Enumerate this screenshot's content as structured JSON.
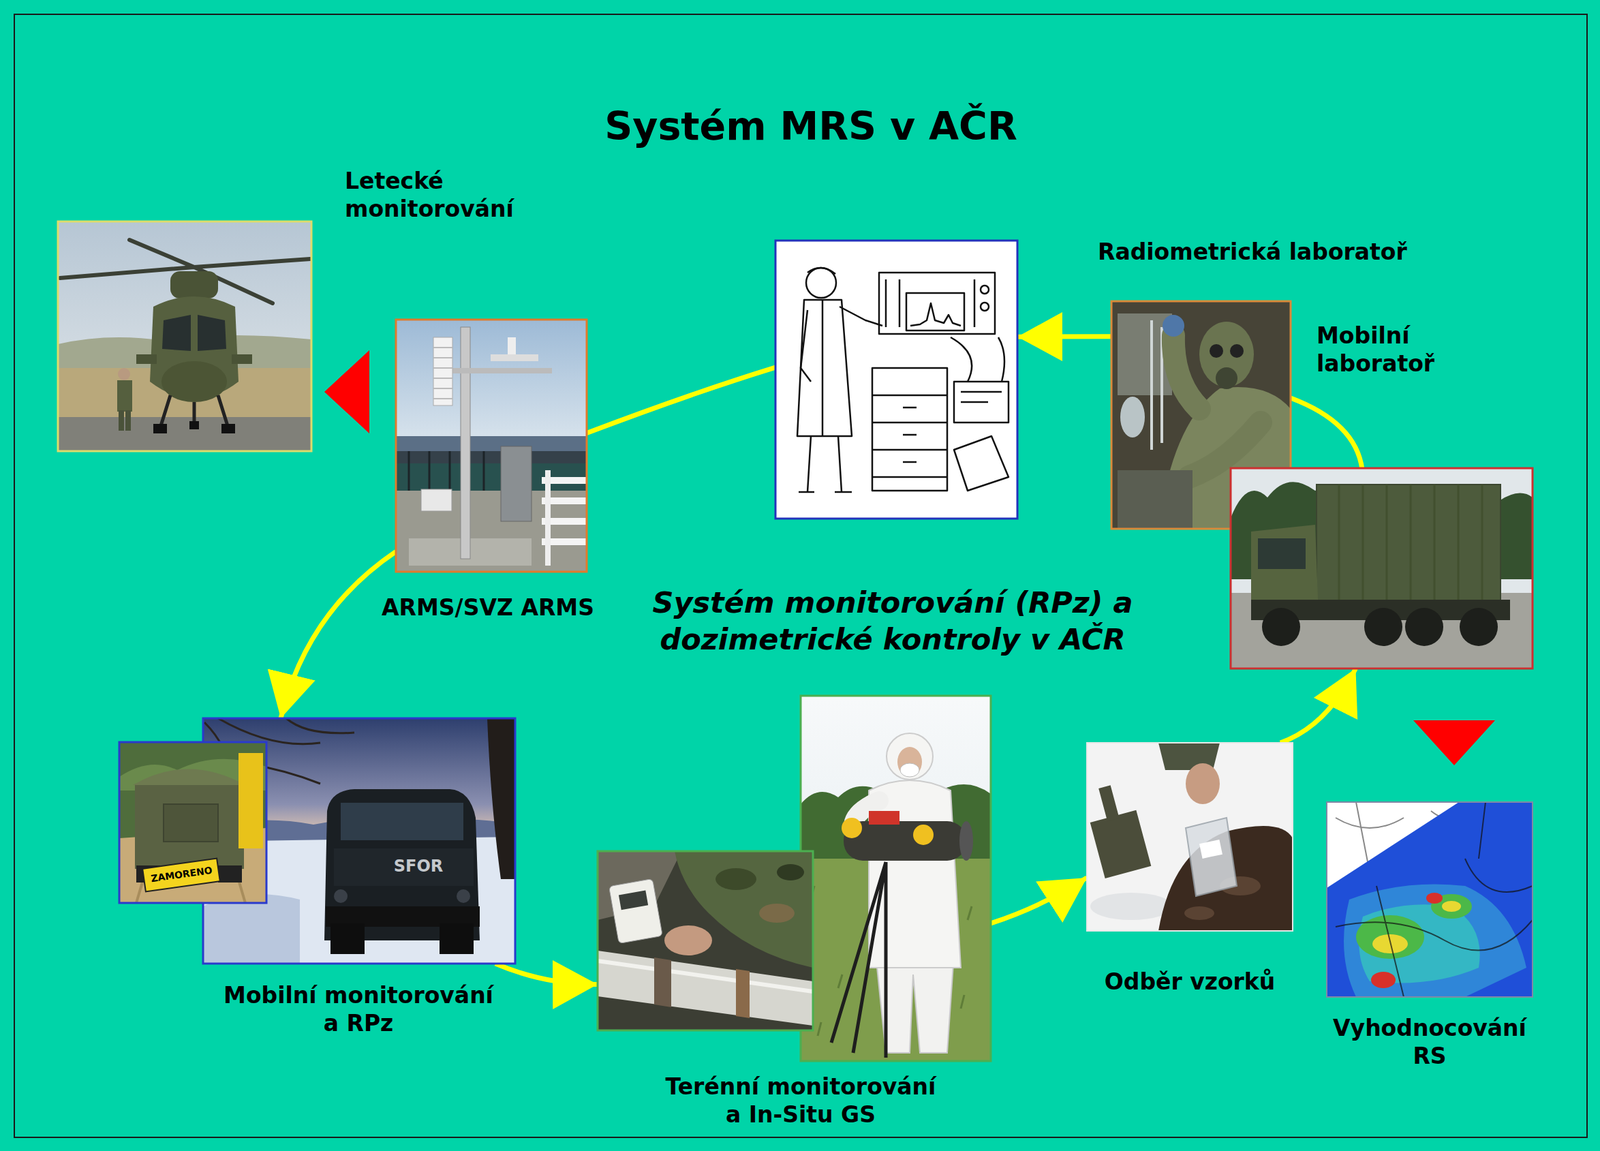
{
  "diagram": {
    "title": "Systém MRS v AČR",
    "nodes": [
      {
        "text": [
          "Letecké monitorování"
        ]
      },
      {
        "text": [
          "ARMS/SVZ ARMS"
        ]
      },
      {
        "text": [
          "Radiometrická laboratoř"
        ]
      },
      {
        "text": [
          "Mobilní laboratoř"
        ]
      },
      {
        "text": [
          "Mobilní monitorování a RPz"
        ]
      },
      {
        "text": [
          "Terénní monitorování a In-Situ GS"
        ]
      },
      {
        "text": [
          "Odběr vzorků"
        ]
      },
      {
        "text": [
          "Vyhodnocování RS"
        ]
      }
    ],
    "edges": [
      {
        "from": 4,
        "to": 5,
        "arrow": "to"
      },
      {
        "from": 5,
        "to": 6,
        "arrow": "to"
      },
      {
        "from": 6,
        "to": 3,
        "arrow": "to"
      },
      {
        "from": 3,
        "to": 2,
        "arrow": "to"
      },
      {
        "from": 2,
        "to": 1,
        "arrow": "none"
      },
      {
        "from": 1,
        "to": 4,
        "arrow": "to"
      }
    ],
    "labels": [
      "Systém monitorování (RPz) a dozimetrické kontroly v AČR",
      "SFOR",
      "ZAMORENO"
    ]
  }
}
